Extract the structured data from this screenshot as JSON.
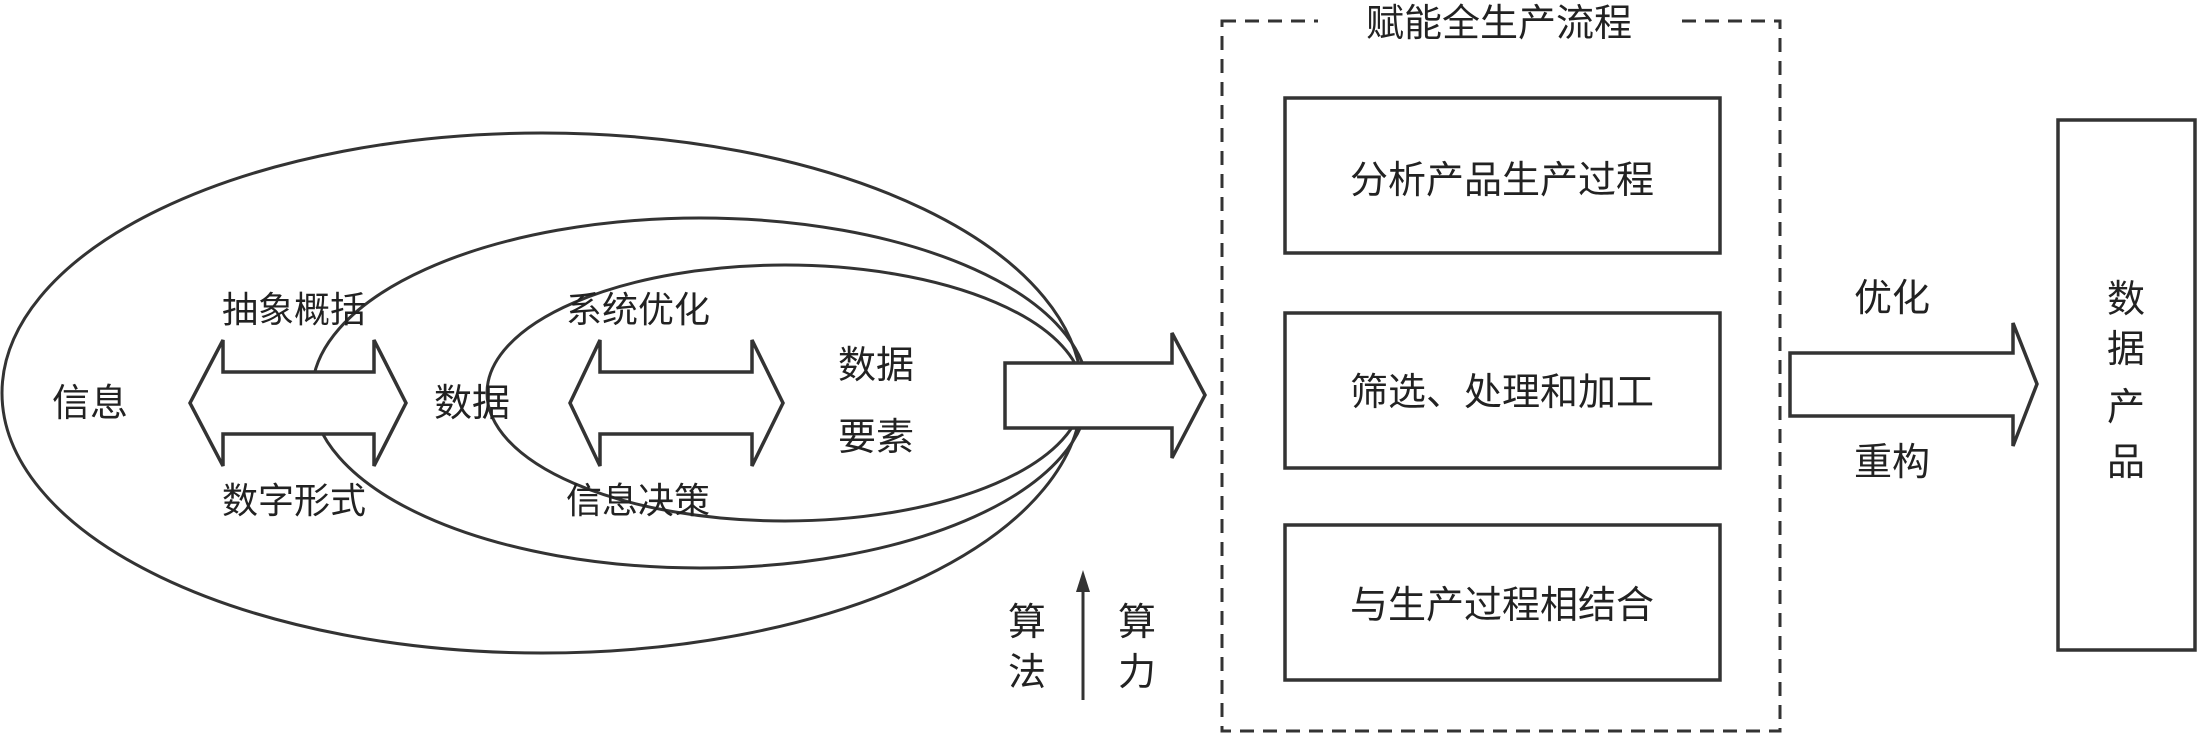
{
  "left": {
    "outer_label": "信息",
    "middle_label": "数据",
    "inner_label_line1": "数据",
    "inner_label_line2": "要素",
    "arrow1_top": "抽象概括",
    "arrow1_bottom": "数字形式",
    "arrow2_top": "系统优化",
    "arrow2_bottom": "信息决策",
    "algorithm_chars": [
      "算",
      "法"
    ],
    "compute_chars": [
      "算",
      "力"
    ]
  },
  "process": {
    "title": "赋能全生产流程",
    "steps": [
      "分析产品生产过程",
      "筛选、处理和加工",
      "与生产过程相结合"
    ]
  },
  "right": {
    "arrow_top": "优化",
    "arrow_bottom": "重构",
    "product_chars": [
      "数",
      "据",
      "产",
      "品"
    ]
  },
  "colors": {
    "line": "#333333",
    "text": "#222222",
    "background": "#ffffff"
  }
}
